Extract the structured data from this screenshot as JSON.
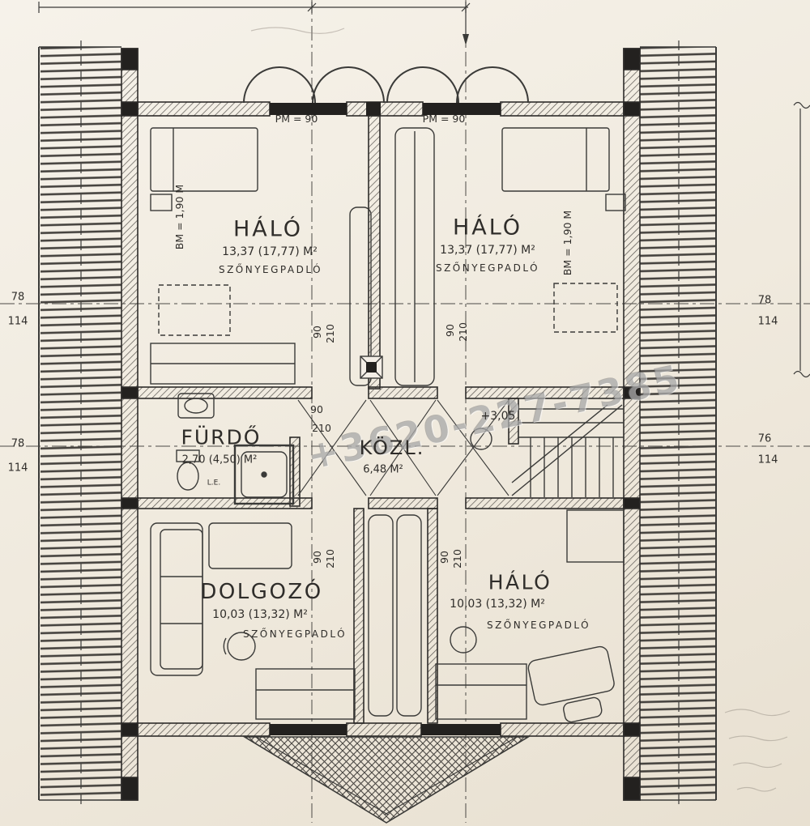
{
  "watermark": "+3620-227-7385",
  "rooms": {
    "bedroom_top_left": {
      "name": "HÁLÓ",
      "area": "13,37 (17,77) M²",
      "floor": "SZŐNYEGPADLÓ"
    },
    "bedroom_top_right": {
      "name": "HÁLÓ",
      "area": "13,37 (17,77) M²",
      "floor": "SZŐNYEGPADLÓ"
    },
    "bathroom": {
      "name": "FÜRDŐ",
      "area": "2,70 (4,50) M²",
      "fixture_label": "L.E."
    },
    "hall": {
      "name": "KÖZL.",
      "area": "6,48 M²"
    },
    "study": {
      "name": "DOLGOZÓ",
      "area": "10,03 (13,32) M²",
      "floor": "SZŐNYEGPADLÓ"
    },
    "bedroom_bottom_right": {
      "name": "HÁLÓ",
      "area": "10,03 (13,32) M²",
      "floor": "SZŐNYEGPADLÓ"
    }
  },
  "annotations": {
    "parapet_left": "PM = 90",
    "parapet_right": "PM = 90",
    "headroom_left": "BM = 1,90 M",
    "headroom_right": "BM = 1,90 M",
    "stair_level": "+3,05",
    "door_width": "90",
    "door_height": "210"
  },
  "dimensions": {
    "left_upper": {
      "a": "78",
      "b": "114"
    },
    "left_lower": {
      "a": "78",
      "b": "114"
    },
    "right_upper": {
      "a": "78",
      "b": "114"
    },
    "right_lower": {
      "a": "76",
      "b": "114"
    }
  }
}
